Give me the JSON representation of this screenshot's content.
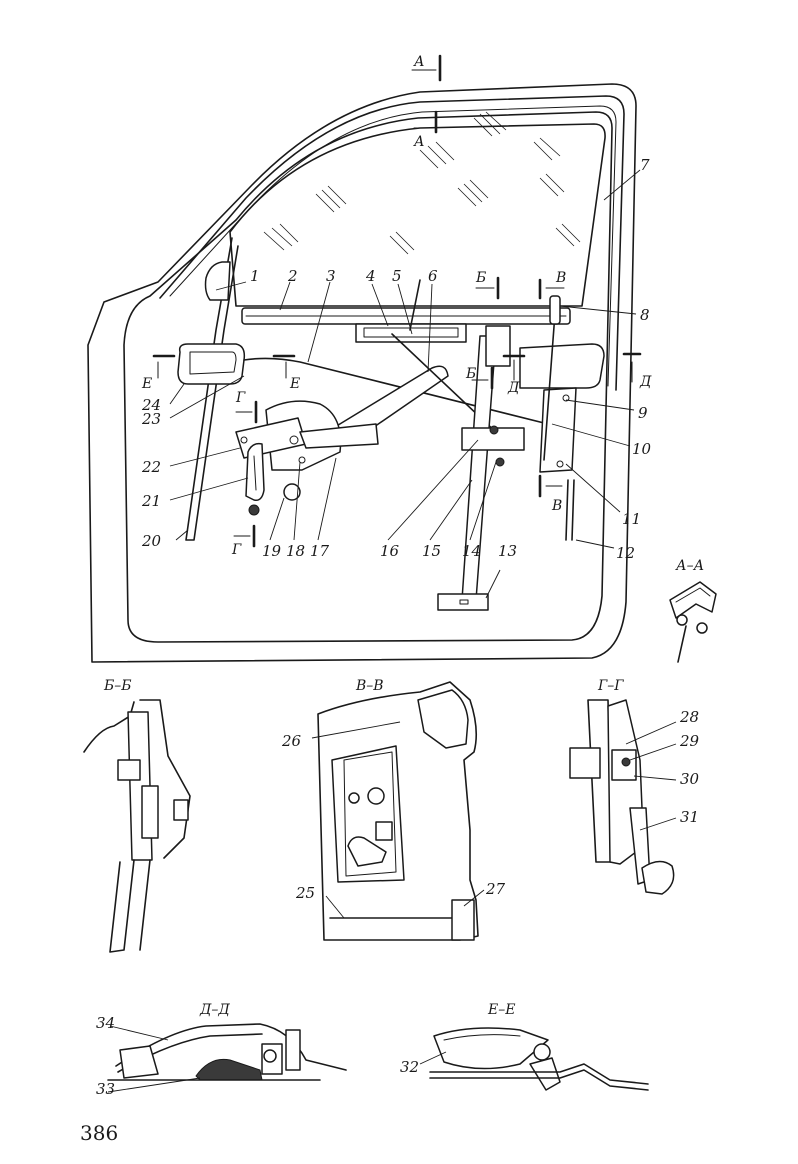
{
  "page_number": "386",
  "labels": {
    "n1": "1",
    "n2": "2",
    "n3": "3",
    "n4": "4",
    "n5": "5",
    "n6": "6",
    "n7": "7",
    "n8": "8",
    "n9": "9",
    "n10": "10",
    "n11": "11",
    "n12": "12",
    "n13": "13",
    "n14": "14",
    "n15": "15",
    "n16": "16",
    "n17": "17",
    "n18": "18",
    "n19": "19",
    "n20": "20",
    "n21": "21",
    "n22": "22",
    "n23": "23",
    "n24": "24",
    "n25": "25",
    "n26": "26",
    "n27": "27",
    "n28": "28",
    "n29": "29",
    "n30": "30",
    "n31": "31",
    "n32": "32",
    "n33": "33",
    "n34": "34"
  },
  "section_marks": {
    "a": "А",
    "b": "Б",
    "v": "В",
    "g": "Г",
    "d": "Д",
    "e": "Е"
  },
  "section_titles": {
    "aa": "А–А",
    "bb": "Б–Б",
    "vv": "В–В",
    "gg": "Г–Г",
    "dd": "Д–Д",
    "ee": "Е–Е"
  }
}
